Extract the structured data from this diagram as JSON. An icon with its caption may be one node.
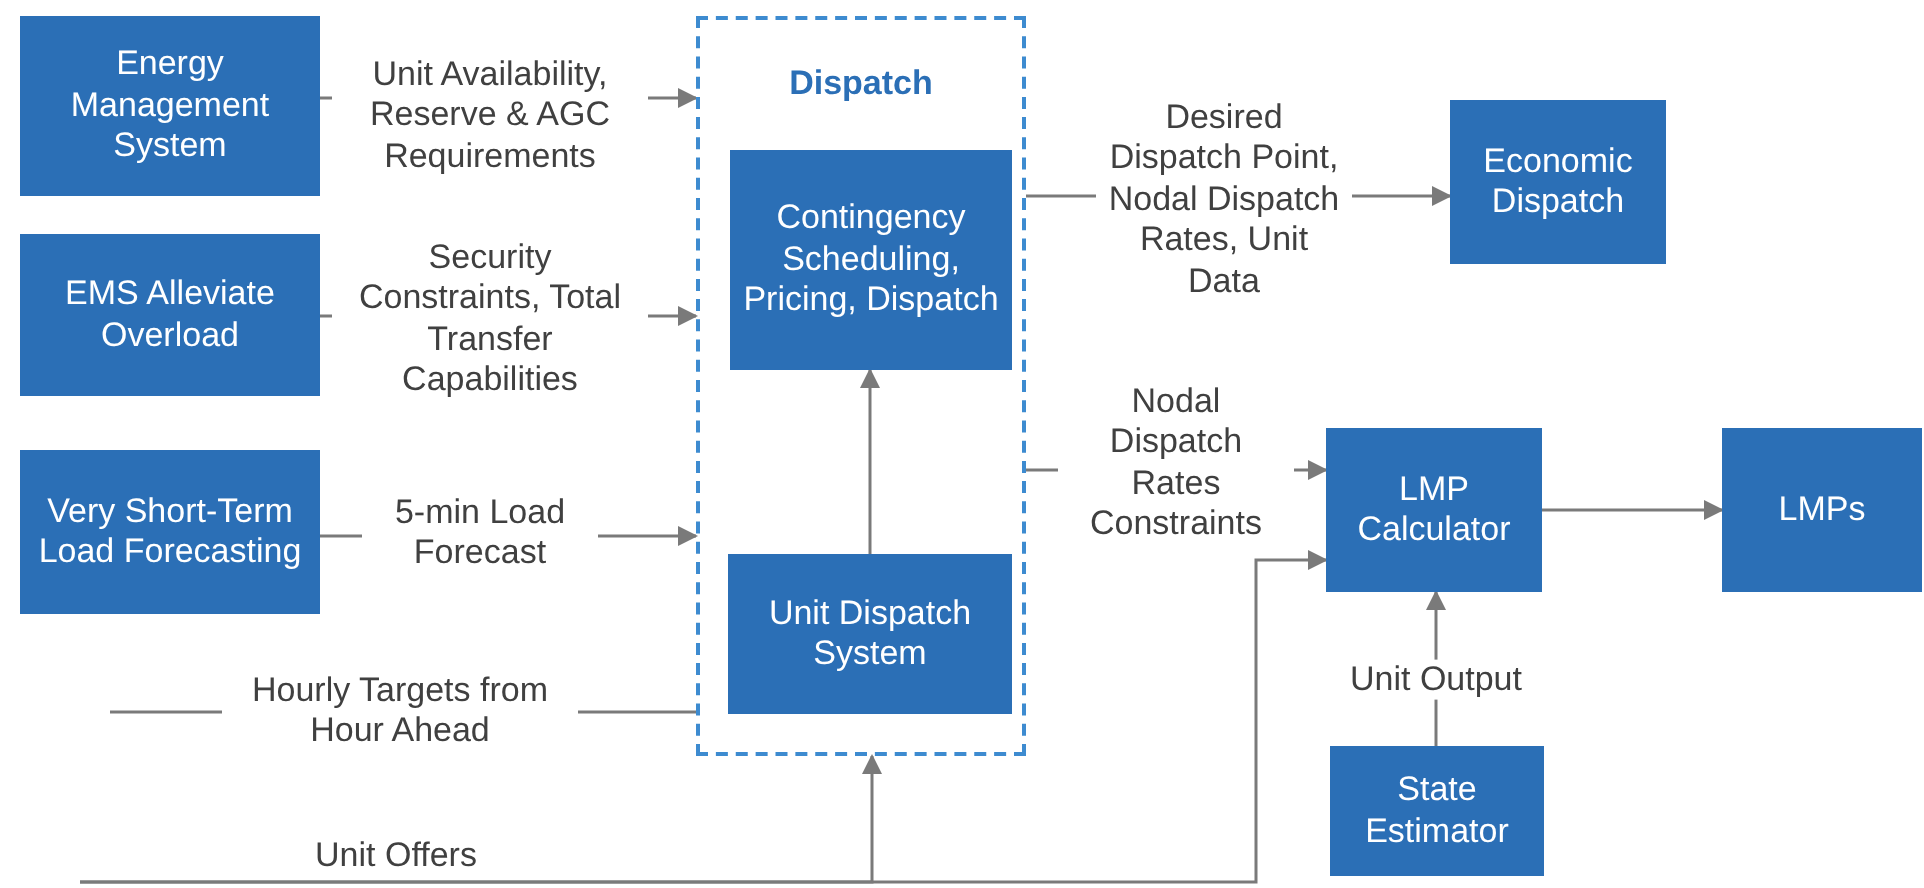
{
  "diagram": {
    "nodes": [
      {
        "text": [
          "Energy Management System"
        ]
      },
      {
        "text": [
          "EMS Alleviate Overload"
        ]
      },
      {
        "text": [
          "Very Short-Term Load Forecasting"
        ]
      },
      {
        "text": [
          "Dispatch"
        ]
      },
      {
        "text": [
          "Contingency Scheduling, Pricing, Dispatch"
        ],
        "in": 3
      },
      {
        "text": [
          "Unit Dispatch System"
        ],
        "in": 3
      },
      {
        "text": [
          "Economic Dispatch"
        ]
      },
      {
        "text": [
          "LMP Calculator"
        ]
      },
      {
        "text": [
          "LMPs"
        ]
      },
      {
        "text": [
          "State Estimator"
        ]
      }
    ],
    "edges": [
      {
        "from": 0,
        "to": 3,
        "arrow": "to",
        "label": "Unit Availability, Reserve & AGC Requirements"
      },
      {
        "from": 1,
        "to": 3,
        "arrow": "to",
        "label": "Security Constraints, Total Transfer Capabilities"
      },
      {
        "from": 2,
        "to": 3,
        "arrow": "to",
        "label": "5-min Load Forecast"
      },
      {
        "from": null,
        "to": 3,
        "arrow": "none",
        "label": "Hourly Targets from Hour Ahead"
      },
      {
        "from": 5,
        "to": 4,
        "arrow": "to"
      },
      {
        "from": 3,
        "to": 6,
        "arrow": "to",
        "label": "Desired Dispatch Point, Nodal Dispatch Rates, Unit Data"
      },
      {
        "from": 3,
        "to": 7,
        "arrow": "to",
        "label": "Nodal Dispatch Rates Constraints"
      },
      {
        "from": null,
        "to": 3,
        "arrow": "to",
        "label": "Unit Offers"
      },
      {
        "from": null,
        "to": 7,
        "arrow": "to"
      },
      {
        "from": 9,
        "to": 7,
        "arrow": "to",
        "label": "Unit Output"
      },
      {
        "from": 7,
        "to": 8,
        "arrow": "to"
      }
    ]
  }
}
